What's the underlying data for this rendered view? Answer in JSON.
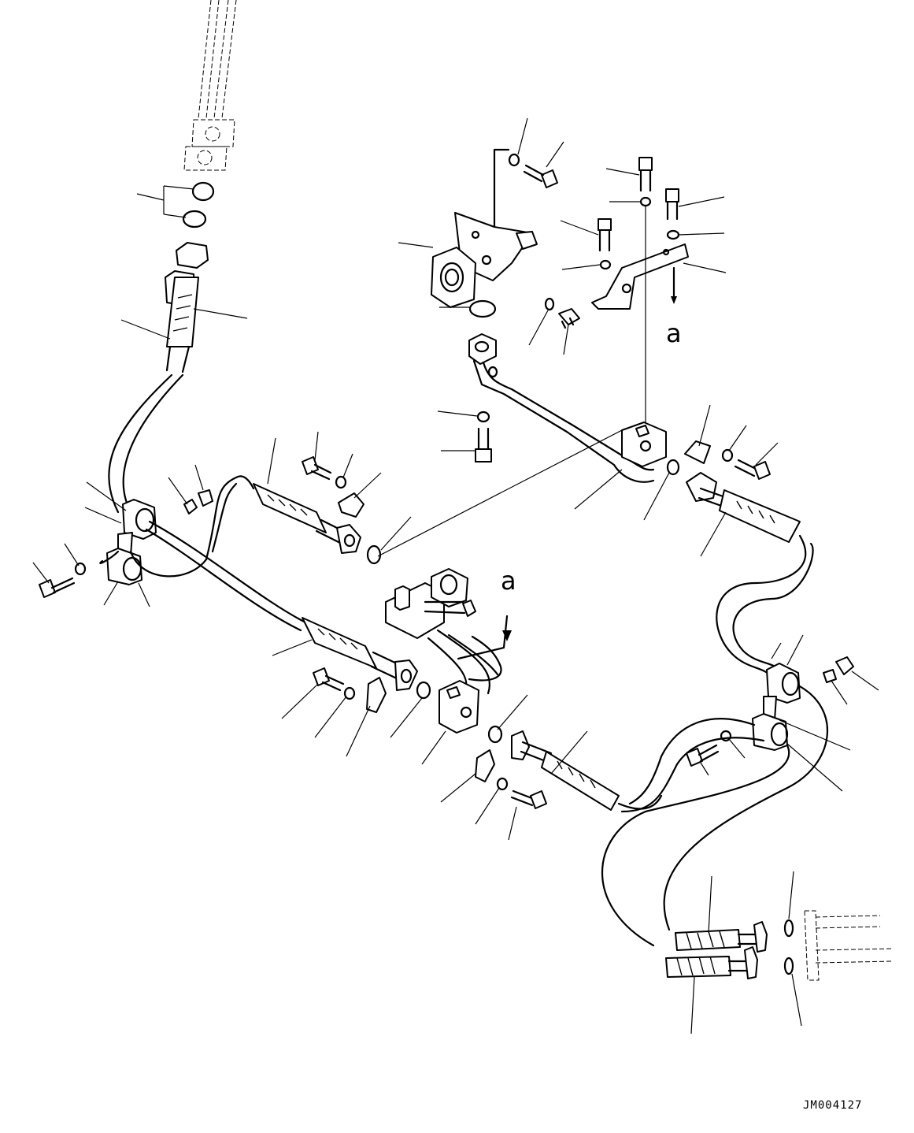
{
  "view_labels": {
    "a_top": "a",
    "a_bottom": "a"
  },
  "drawing_code": "JM004127",
  "colors": {
    "line": "#000000",
    "background": "#ffffff"
  }
}
